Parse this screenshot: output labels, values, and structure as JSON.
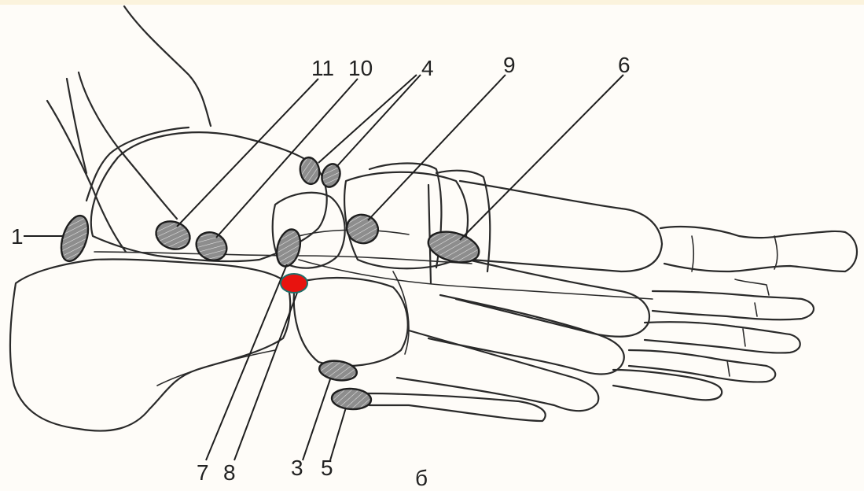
{
  "labels": {
    "l1": "1",
    "l11": "11",
    "l10": "10",
    "l4": "4",
    "l9": "9",
    "l6": "6",
    "l7": "7",
    "l8": "8",
    "l3": "3",
    "l5": "5",
    "caption": "б"
  },
  "colors": {
    "marker": "#e8130f",
    "marker_outline": "#1f6f6a"
  }
}
